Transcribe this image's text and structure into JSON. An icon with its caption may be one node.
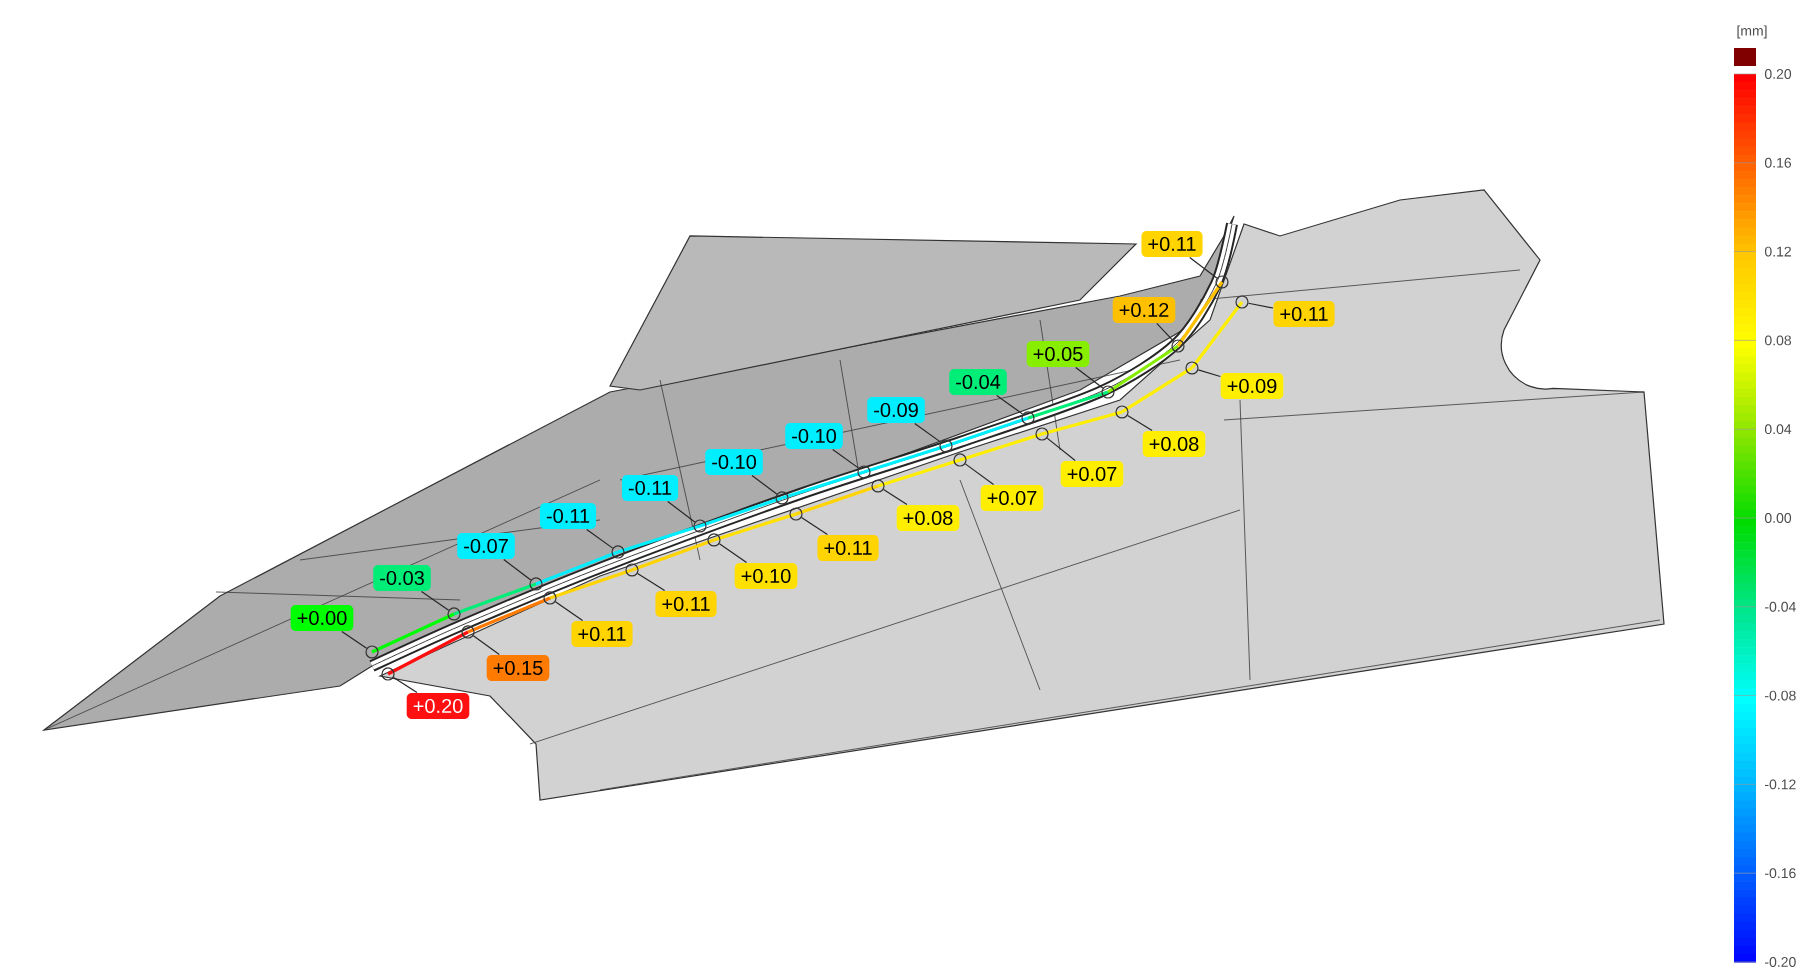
{
  "diagram": {
    "nodes": [
      {
        "text": [
          "+0.00"
        ]
      },
      {
        "text": [],
        "shape": "circle"
      },
      {
        "text": [
          "-0.03"
        ]
      },
      {
        "text": [],
        "shape": "circle"
      },
      {
        "text": [
          "-0.07"
        ]
      },
      {
        "text": [],
        "shape": "circle"
      },
      {
        "text": [
          "-0.11"
        ]
      },
      {
        "text": [],
        "shape": "circle"
      },
      {
        "text": [
          "-0.11"
        ]
      },
      {
        "text": [],
        "shape": "circle"
      },
      {
        "text": [
          "-0.10"
        ]
      },
      {
        "text": [],
        "shape": "circle"
      },
      {
        "text": [
          "-0.10"
        ]
      },
      {
        "text": [],
        "shape": "circle"
      },
      {
        "text": [
          "-0.09"
        ]
      },
      {
        "text": [],
        "shape": "circle"
      },
      {
        "text": [
          "-0.04"
        ]
      },
      {
        "text": [],
        "shape": "circle"
      },
      {
        "text": [
          "+0.05"
        ]
      },
      {
        "text": [],
        "shape": "circle"
      },
      {
        "text": [
          "+0.12"
        ]
      },
      {
        "text": [],
        "shape": "circle"
      },
      {
        "text": [
          "+0.11"
        ]
      },
      {
        "text": [],
        "shape": "circle"
      },
      {
        "text": [
          "+0.20"
        ]
      },
      {
        "text": [],
        "shape": "circle"
      },
      {
        "text": [
          "+0.15"
        ]
      },
      {
        "text": [],
        "shape": "circle"
      },
      {
        "text": [
          "+0.11"
        ]
      },
      {
        "text": [],
        "shape": "circle"
      },
      {
        "text": [
          "+0.11"
        ]
      },
      {
        "text": [],
        "shape": "circle"
      },
      {
        "text": [
          "+0.10"
        ]
      },
      {
        "text": [],
        "shape": "circle"
      },
      {
        "text": [
          "+0.11"
        ]
      },
      {
        "text": [],
        "shape": "circle"
      },
      {
        "text": [
          "+0.08"
        ]
      },
      {
        "text": [],
        "shape": "circle"
      },
      {
        "text": [
          "+0.07"
        ]
      },
      {
        "text": [],
        "shape": "circle"
      },
      {
        "text": [
          "+0.07"
        ]
      },
      {
        "text": [],
        "shape": "circle"
      },
      {
        "text": [
          "+0.08"
        ]
      },
      {
        "text": [],
        "shape": "circle"
      },
      {
        "text": [
          "+0.09"
        ]
      },
      {
        "text": [],
        "shape": "circle"
      },
      {
        "text": [
          "+0.11"
        ]
      },
      {
        "text": [],
        "shape": "circle"
      }
    ],
    "edges": [
      {
        "from": 0,
        "to": 1,
        "arrow": "none"
      },
      {
        "from": 2,
        "to": 3,
        "arrow": "none"
      },
      {
        "from": 4,
        "to": 5,
        "arrow": "none"
      },
      {
        "from": 6,
        "to": 7,
        "arrow": "none"
      },
      {
        "from": 8,
        "to": 9,
        "arrow": "none"
      },
      {
        "from": 10,
        "to": 11,
        "arrow": "none"
      },
      {
        "from": 12,
        "to": 13,
        "arrow": "none"
      },
      {
        "from": 14,
        "to": 15,
        "arrow": "none"
      },
      {
        "from": 16,
        "to": 17,
        "arrow": "none"
      },
      {
        "from": 18,
        "to": 19,
        "arrow": "none"
      },
      {
        "from": 20,
        "to": 21,
        "arrow": "none"
      },
      {
        "from": 22,
        "to": 23,
        "arrow": "none"
      },
      {
        "from": 24,
        "to": 25,
        "arrow": "none"
      },
      {
        "from": 26,
        "to": 27,
        "arrow": "none"
      },
      {
        "from": 28,
        "to": 29,
        "arrow": "none"
      },
      {
        "from": 30,
        "to": 31,
        "arrow": "none"
      },
      {
        "from": 32,
        "to": 33,
        "arrow": "none"
      },
      {
        "from": 34,
        "to": 35,
        "arrow": "none"
      },
      {
        "from": 36,
        "to": 37,
        "arrow": "none"
      },
      {
        "from": 38,
        "to": 39,
        "arrow": "none"
      },
      {
        "from": 40,
        "to": 41,
        "arrow": "none"
      },
      {
        "from": 42,
        "to": 43,
        "arrow": "none"
      },
      {
        "from": 44,
        "to": 45,
        "arrow": "none"
      },
      {
        "from": 46,
        "to": 47,
        "arrow": "none"
      }
    ],
    "labels": [
      "[mm]",
      "0.20",
      "0.16",
      "0.12",
      "0.08",
      "0.04",
      "0.00",
      "-0.04",
      "-0.08",
      "-0.12",
      "-0.16",
      "-0.20"
    ]
  }
}
